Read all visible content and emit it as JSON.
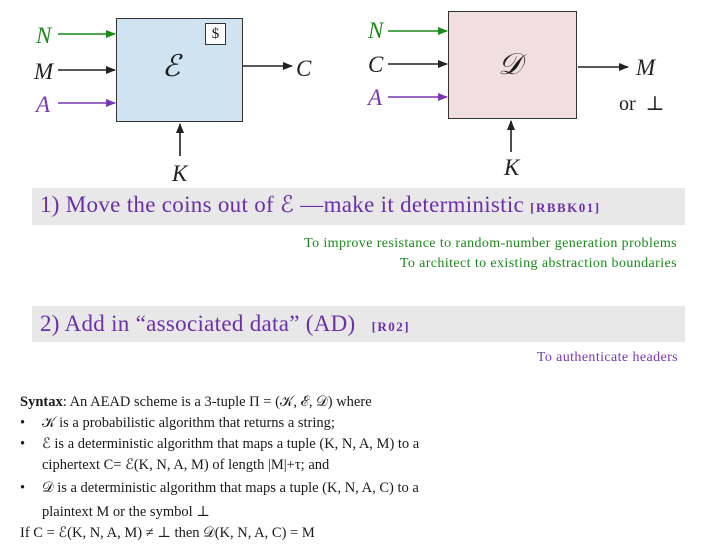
{
  "encryptor": {
    "symbol": "ℰ",
    "coin_symbol": "$",
    "inputs": {
      "n": "N",
      "m": "M",
      "a": "A"
    },
    "key": "K",
    "output": "C"
  },
  "decryptor": {
    "symbol": "𝒟",
    "inputs": {
      "n": "N",
      "c": "C",
      "a": "A"
    },
    "key": "K",
    "output_m": "M",
    "output_bot": "or  ⊥"
  },
  "point1": {
    "text": "1) Move the coins out of ℰ —make it deterministic",
    "cite": "[RBBK01]",
    "notes": [
      "To improve resistance to random-number generation problems",
      "To architect to existing abstraction boundaries"
    ]
  },
  "point2": {
    "text": "2)  Add in “associated data” (AD)",
    "cite": "[R02]",
    "note": "To authenticate headers"
  },
  "syntax": {
    "heading": "Syntax",
    "intro": ": An AEAD scheme is a 3-tuple Π = (𝒦, ℰ, 𝒟) where",
    "bullet_char": "•",
    "bullets": [
      "𝒦 is a probabilistic algorithm that returns a string;",
      "ℰ is a deterministic algorithm that maps a tuple (K, N, A, M) to a",
      "𝒟 is a deterministic algorithm that maps a tuple (K, N, A, C) to a"
    ],
    "cont1": "ciphertext C= ℰ(K, N, A, M) of length |M|+τ; and",
    "cont2": "plaintext M or the symbol ⊥",
    "final": "If C = ℰ(K, N, A, M) ≠ ⊥ then 𝒟(K, N, A, C) = M"
  },
  "colors": {
    "nonce": "#1a8a1a",
    "ad": "#7a36b6",
    "enc_box": "#cfe3f1",
    "dec_box": "#f1dedf",
    "band": "#e8e8e8"
  }
}
